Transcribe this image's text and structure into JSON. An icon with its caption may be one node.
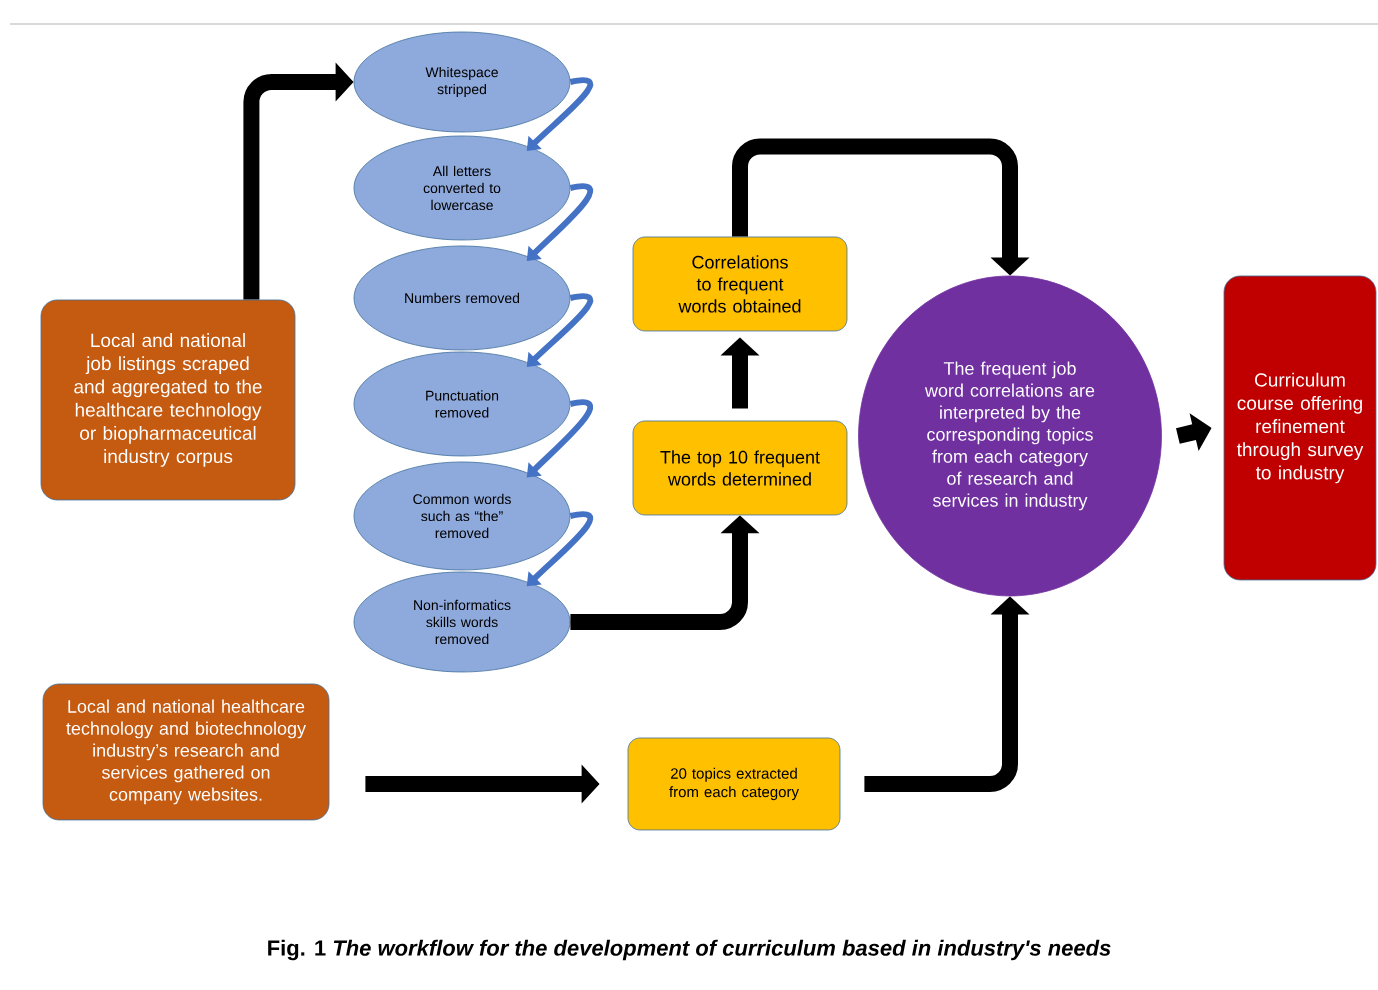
{
  "diagram": {
    "caption": "Fig. 1  *The workflow for the development of curriculum based in industry's needs*",
    "nodes": [
      {
        "text": [
          "Local and national job listings scraped and aggregated to the healthcare technology or biopharmaceutical industry corpus"
        ]
      },
      {
        "text": [
          "Whitespace stripped"
        ]
      },
      {
        "text": [
          "All letters converted to lowercase"
        ]
      },
      {
        "text": [
          "Numbers  removed"
        ]
      },
      {
        "text": [
          "Punctuation removed"
        ]
      },
      {
        "text": [
          "Common words such as “the” removed"
        ]
      },
      {
        "text": [
          "Non-informatics skills words removed"
        ]
      },
      {
        "text": [
          "Correlations to frequent words obtained"
        ]
      },
      {
        "text": [
          "The top 10 frequent words determined"
        ]
      },
      {
        "text": [
          "The frequent job word correlations are interpreted by the corresponding topics from each category of research and services in industry"
        ]
      },
      {
        "text": [
          "Curriculum course offering refinement through survey to industry"
        ]
      },
      {
        "text": [
          "Local and national healthcare technology and biotechnology industry’s research and services gathered on company websites."
        ]
      },
      {
        "text": [
          "20 topics extracted from each category"
        ]
      }
    ],
    "edges": [
      {
        "from": 0,
        "to": 1,
        "arrow": "to"
      },
      {
        "from": 1,
        "to": 2,
        "arrow": "to",
        "color": "#4472c4"
      },
      {
        "from": 2,
        "to": 3,
        "arrow": "to",
        "color": "#4472c4"
      },
      {
        "from": 3,
        "to": 4,
        "arrow": "to",
        "color": "#4472c4"
      },
      {
        "from": 4,
        "to": 5,
        "arrow": "to",
        "color": "#4472c4"
      },
      {
        "from": 5,
        "to": 6,
        "arrow": "to",
        "color": "#4472c4"
      },
      {
        "from": 6,
        "to": 8,
        "arrow": "to"
      },
      {
        "from": 8,
        "to": 7,
        "arrow": "to"
      },
      {
        "from": 7,
        "to": 9,
        "arrow": "to"
      },
      {
        "from": 9,
        "to": 10,
        "arrow": "to"
      },
      {
        "from": 11,
        "to": 12,
        "arrow": "to"
      },
      {
        "from": 12,
        "to": 9,
        "arrow": "to"
      }
    ]
  }
}
